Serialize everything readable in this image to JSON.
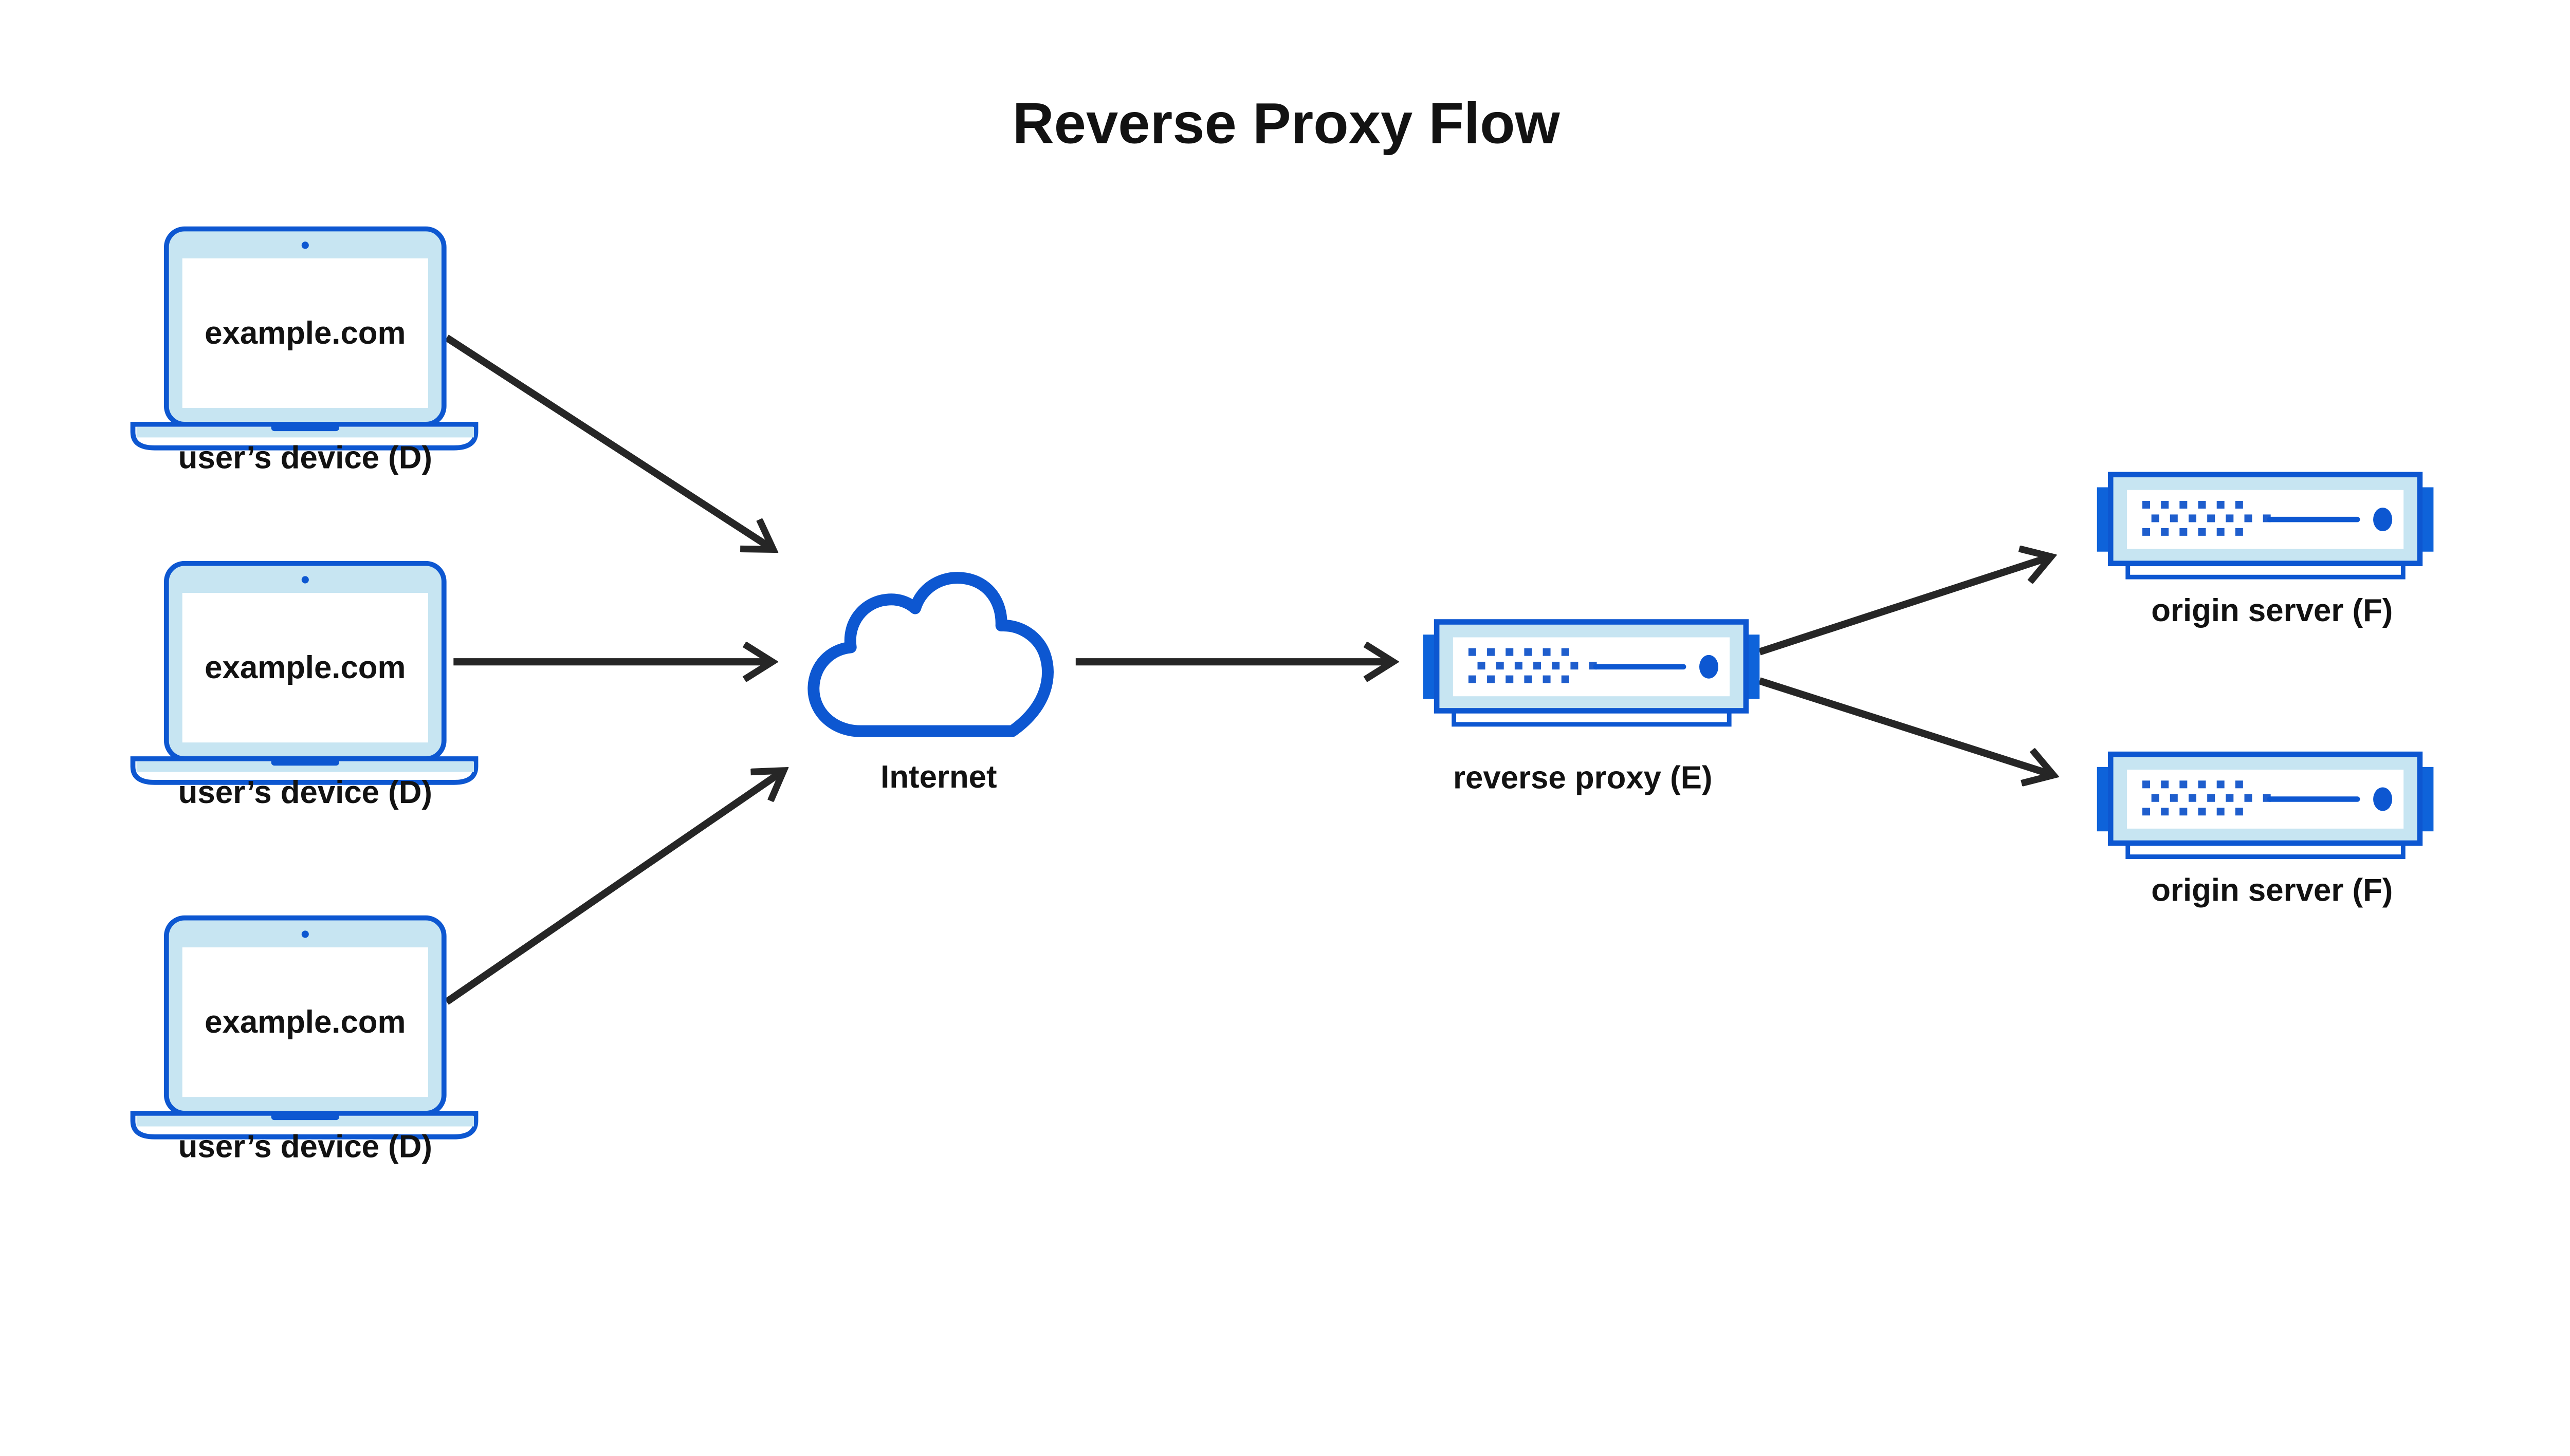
{
  "diagram": {
    "title": "Reverse Proxy Flow",
    "devices": [
      {
        "id": "device-1",
        "screen_text": "example.com",
        "label": "user’s device (D)"
      },
      {
        "id": "device-2",
        "screen_text": "example.com",
        "label": "user’s device (D)"
      },
      {
        "id": "device-3",
        "screen_text": "example.com",
        "label": "user’s device (D)"
      }
    ],
    "internet": {
      "id": "internet",
      "label": "Internet"
    },
    "reverse_proxy": {
      "id": "reverse-proxy",
      "label": "reverse proxy (E)"
    },
    "origin_servers": [
      {
        "id": "origin-server-1",
        "label": "origin server (F)"
      },
      {
        "id": "origin-server-2",
        "label": "origin server (F)"
      }
    ],
    "edges": [
      {
        "from": "device-1",
        "to": "internet"
      },
      {
        "from": "device-2",
        "to": "internet"
      },
      {
        "from": "device-3",
        "to": "internet"
      },
      {
        "from": "internet",
        "to": "reverse-proxy"
      },
      {
        "from": "reverse-proxy",
        "to": "origin-server-1"
      },
      {
        "from": "reverse-proxy",
        "to": "origin-server-2"
      }
    ],
    "colors": {
      "accent": "#0d57d1",
      "light": "#c7e5f2",
      "tab": "#0e63da",
      "chip": "#1f5ecd",
      "arrow": "#262626",
      "text": "#121212"
    }
  }
}
